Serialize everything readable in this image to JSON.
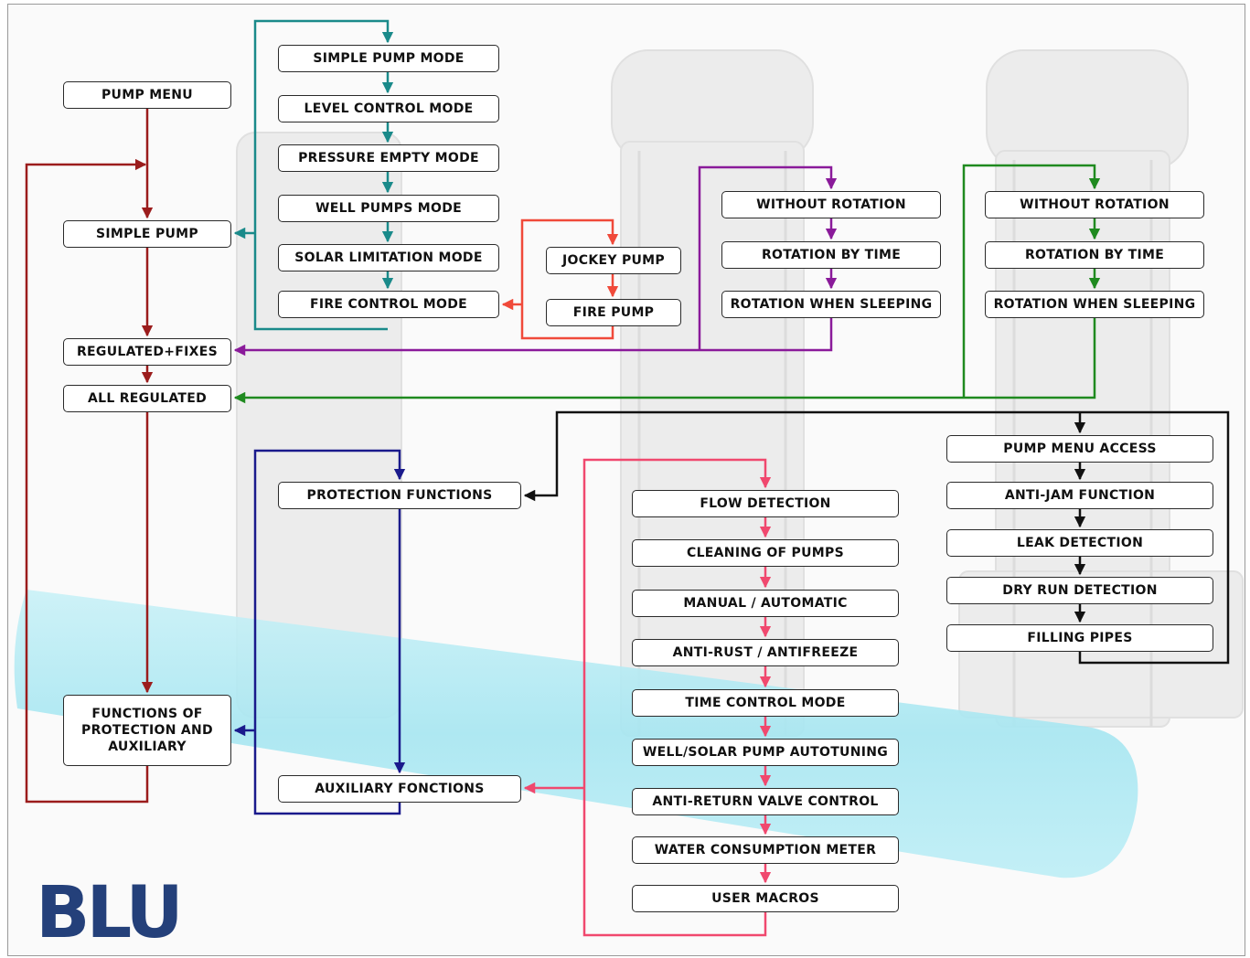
{
  "colors": {
    "maroon": "#9b1c1c",
    "teal": "#1a8a8a",
    "red": "#f04a3a",
    "purple": "#8a1a9a",
    "green": "#1f8a1f",
    "black": "#111111",
    "navy": "#1a1a8c",
    "pink": "#f0486e",
    "logo": "#24407a"
  },
  "logo": "BLU",
  "main": {
    "pump_menu": "PUMP MENU",
    "simple_pump": "SIMPLE PUMP",
    "regulated_fixes": "REGULATED+FIXES",
    "all_regulated": "ALL REGULATED",
    "functions": "FUNCTIONS OF PROTECTION AND AUXILIARY"
  },
  "modes": [
    "SIMPLE PUMP MODE",
    "LEVEL CONTROL MODE",
    "PRESSURE EMPTY MODE",
    "WELL PUMPS MODE",
    "SOLAR LIMITATION MODE",
    "FIRE CONTROL MODE"
  ],
  "fire": [
    "JOCKEY PUMP",
    "FIRE PUMP"
  ],
  "rotation_a": [
    "WITHOUT ROTATION",
    "ROTATION BY TIME",
    "ROTATION WHEN SLEEPING"
  ],
  "rotation_b": [
    "WITHOUT ROTATION",
    "ROTATION BY TIME",
    "ROTATION WHEN SLEEPING"
  ],
  "protection": "PROTECTION FUNCTIONS",
  "auxiliary": "AUXILIARY FONCTIONS",
  "aux_list": [
    "FLOW DETECTION",
    "CLEANING OF PUMPS",
    "MANUAL / AUTOMATIC",
    "ANTI-RUST / ANTIFREEZE",
    "TIME CONTROL MODE",
    "WELL/SOLAR PUMP AUTOTUNING",
    "ANTI-RETURN VALVE CONTROL",
    "WATER CONSUMPTION METER",
    "USER MACROS"
  ],
  "prot_list": [
    "PUMP MENU ACCESS",
    "ANTI-JAM FUNCTION",
    "LEAK DETECTION",
    "DRY RUN DETECTION",
    "FILLING PIPES"
  ]
}
